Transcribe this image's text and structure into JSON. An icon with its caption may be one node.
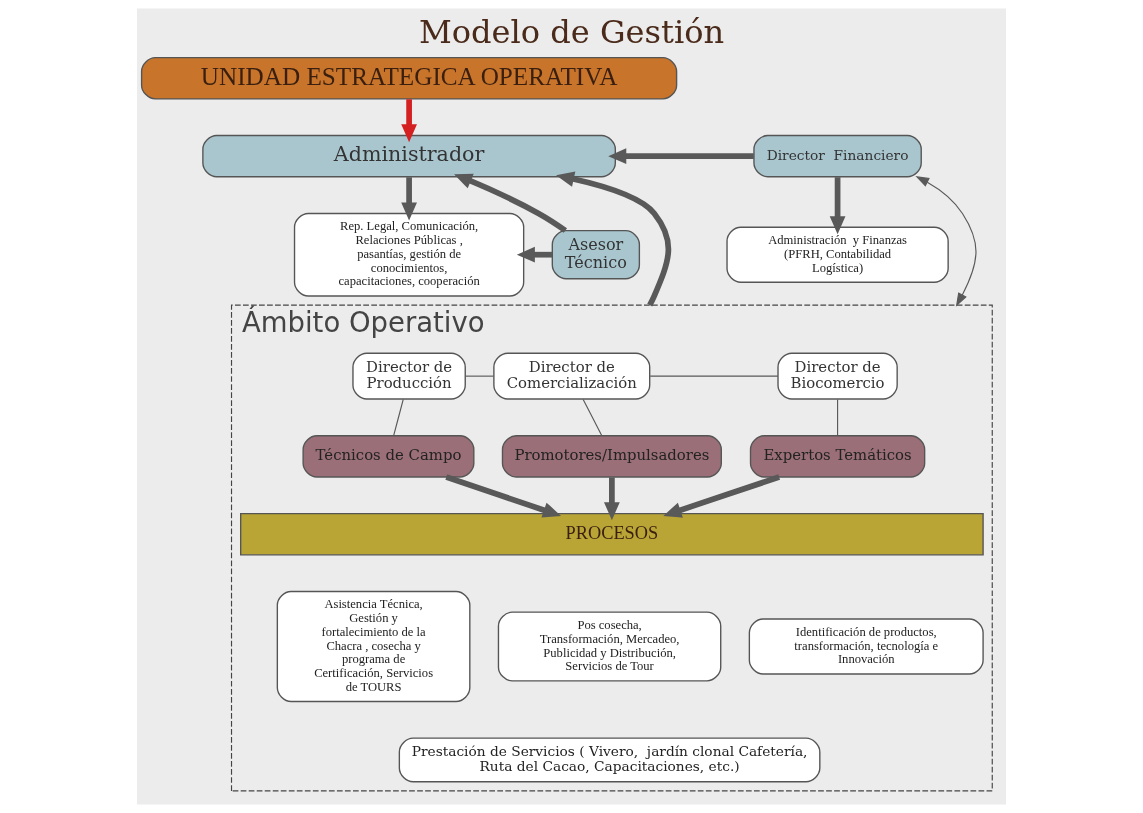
{
  "diagram": {
    "title": "Modelo de Gestión",
    "nodes": [
      {
        "text": [
          "UNIDAD ESTRATEGICA OPERATIVA"
        ]
      },
      {
        "text": [
          "Administrador"
        ]
      },
      {
        "text": [
          "Director  Financiero"
        ]
      },
      {
        "text": [
          "Rep. Legal, Comunicación, Relaciones Públicas , pasantías, gestión de conocimientos, capacitaciones, cooperación"
        ]
      },
      {
        "text": [
          "Asesor Técnico"
        ]
      },
      {
        "text": [
          "Administración  y Finanzas (PFRH, Contabilidad  Logística)"
        ]
      },
      {
        "text": [
          "Ámbito Operativo"
        ]
      },
      {
        "text": [
          "Director de Producción"
        ],
        "in": 6
      },
      {
        "text": [
          "Director de Comercialización"
        ],
        "in": 6
      },
      {
        "text": [
          "Director de Biocomercio"
        ],
        "in": 6
      },
      {
        "text": [
          "Técnicos de Campo"
        ],
        "in": 6
      },
      {
        "text": [
          "Promotores/Impulsadores"
        ],
        "in": 6
      },
      {
        "text": [
          "Expertos Temáticos"
        ],
        "in": 6
      },
      {
        "text": [
          "PROCESOS"
        ],
        "in": 6
      },
      {
        "text": [
          "Asistencia Técnica, Gestión y fortalecimiento de la Chacra , cosecha y programa de Certificación, Servicios de TOURS"
        ],
        "in": 6
      },
      {
        "text": [
          "Pos cosecha, Transformación, Mercadeo, Publicidad y Distribución, Servicios de Tour"
        ],
        "in": 6
      },
      {
        "text": [
          "Identificación de productos, transformación, tecnología e Innovación"
        ],
        "in": 6
      },
      {
        "text": [
          "Prestación de Servicios ( Vivero,  jardín clonal Cafetería, Ruta del Cacao, Capacitaciones, etc.)"
        ],
        "in": 6
      }
    ],
    "edges": [
      {
        "from": 0,
        "to": 1,
        "arrow": "to",
        "color": "#d42020"
      },
      {
        "from": 2,
        "to": 1,
        "arrow": "to"
      },
      {
        "from": 2,
        "to": 5,
        "arrow": "to"
      },
      {
        "from": 1,
        "to": 3,
        "arrow": "to"
      },
      {
        "from": 4,
        "to": 1,
        "arrow": "to"
      },
      {
        "from": 4,
        "to": 3,
        "arrow": "to"
      },
      {
        "from": 6,
        "to": 1,
        "arrow": "to"
      },
      {
        "from": 6,
        "to": 2,
        "arrow": "both"
      },
      {
        "from": 7,
        "to": 8,
        "arrow": "none"
      },
      {
        "from": 8,
        "to": 9,
        "arrow": "none"
      },
      {
        "from": 7,
        "to": 10,
        "arrow": "none"
      },
      {
        "from": 8,
        "to": 11,
        "arrow": "none"
      },
      {
        "from": 9,
        "to": 12,
        "arrow": "none"
      },
      {
        "from": 10,
        "to": 13,
        "arrow": "to"
      },
      {
        "from": 11,
        "to": 13,
        "arrow": "to"
      },
      {
        "from": 12,
        "to": 13,
        "arrow": "to"
      }
    ]
  }
}
